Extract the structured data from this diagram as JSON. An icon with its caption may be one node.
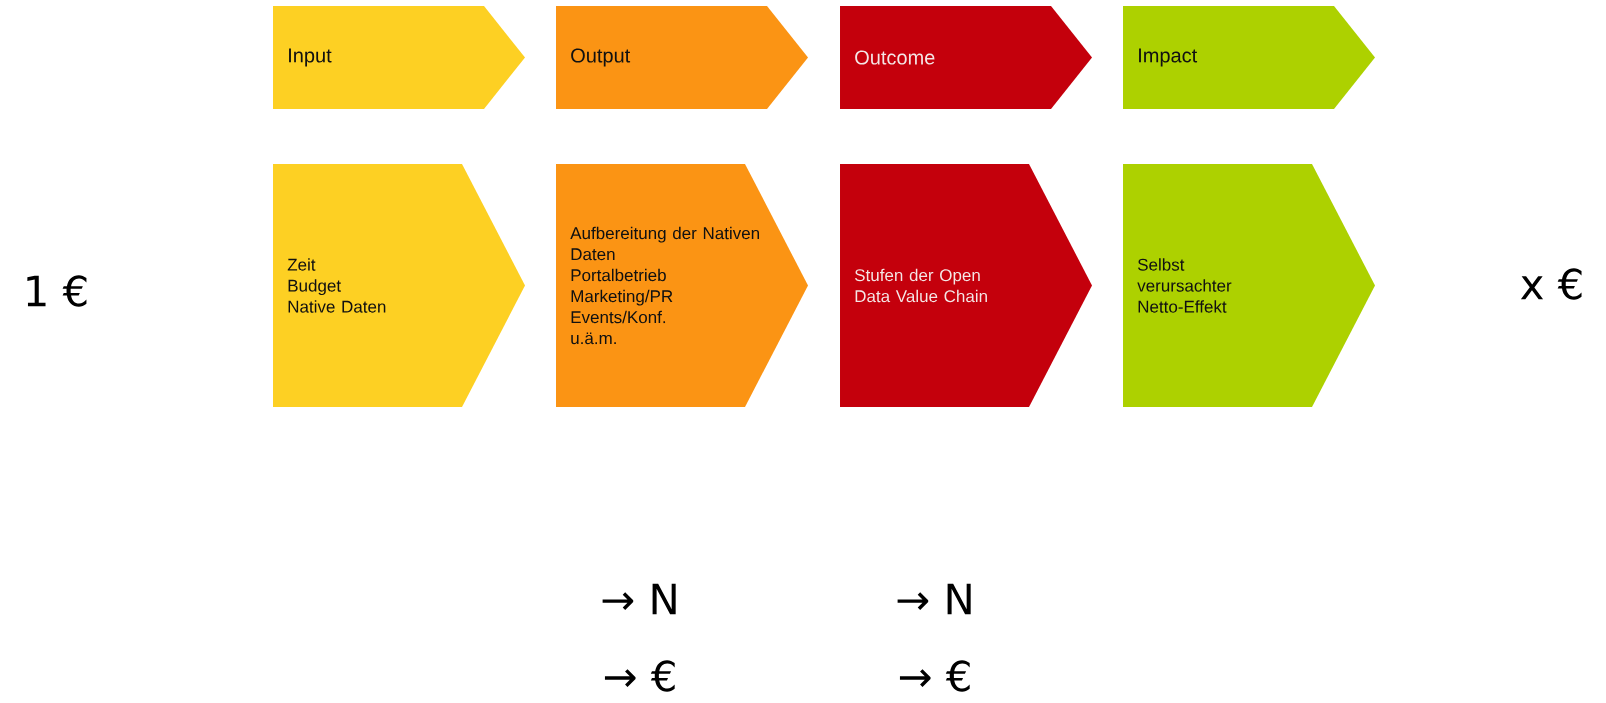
{
  "diagram": {
    "nodes": [
      {
        "text": [
          "Input"
        ]
      },
      {
        "text": [
          "Output"
        ]
      },
      {
        "text": [
          "Outcome"
        ]
      },
      {
        "text": [
          "Impact"
        ]
      },
      {
        "text": [
          "Zeit",
          "Budget",
          "Native Daten"
        ]
      },
      {
        "text": [
          "Aufbereitung der Nativen Daten",
          "Portalbetrieb",
          "Marketing/PR",
          "Events/Konf.",
          "u.ä.m."
        ]
      },
      {
        "text": [
          "Stufen der Open Data Value Chain"
        ]
      },
      {
        "text": [
          "Selbst verursachter Netto-Effekt"
        ]
      }
    ],
    "labels": [
      "1 €",
      "x €",
      "→ N",
      "→ N",
      "→ €",
      "→ €"
    ]
  }
}
